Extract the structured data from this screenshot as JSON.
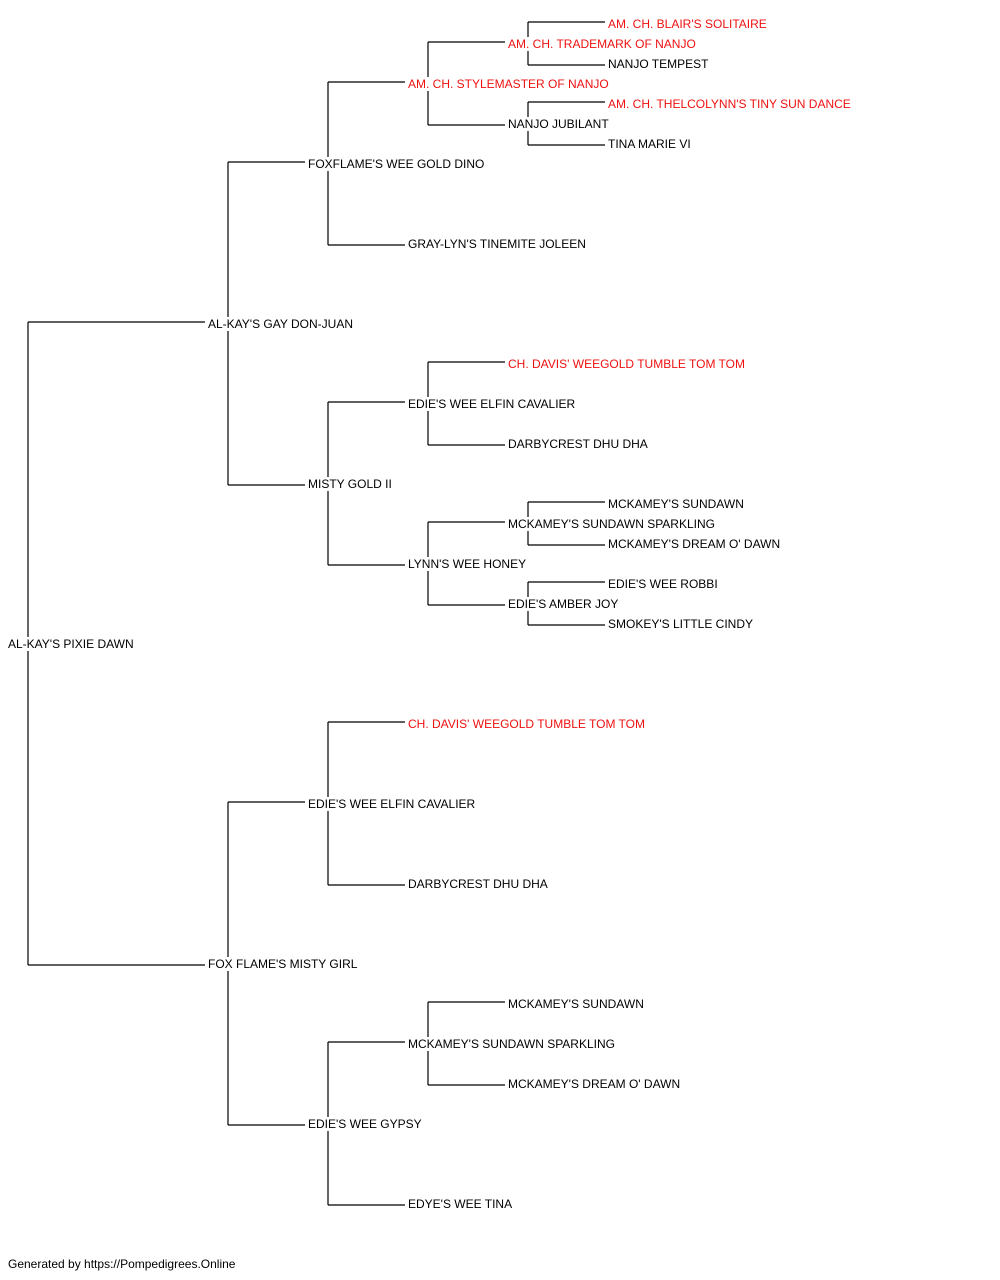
{
  "pedigree": {
    "subject": {
      "name": "AL-KAY'S PIXIE DAWN"
    },
    "sire": {
      "name": "AL-KAY'S GAY DON-JUAN"
    },
    "dam": {
      "name": "FOX FLAME'S MISTY GIRL"
    },
    "sire_sire": {
      "name": "FOXFLAME'S WEE GOLD DINO"
    },
    "sire_dam": {
      "name": "MISTY GOLD II"
    },
    "dam_sire": {
      "name": "EDIE'S WEE ELFIN CAVALIER"
    },
    "dam_dam": {
      "name": "EDIE'S WEE GYPSY"
    },
    "sss": {
      "name": "AM. CH. STYLEMASTER OF NANJO",
      "champion": true
    },
    "ssd": {
      "name": "GRAY-LYN'S TINEMITE JOLEEN"
    },
    "sds": {
      "name": "EDIE'S WEE ELFIN CAVALIER"
    },
    "sdd": {
      "name": "LYNN'S WEE HONEY"
    },
    "dss": {
      "name": "CH. DAVIS' WEEGOLD TUMBLE TOM TOM",
      "champion": true
    },
    "dsd": {
      "name": "DARBYCREST DHU DHA"
    },
    "dds": {
      "name": "MCKAMEY'S SUNDAWN SPARKLING"
    },
    "ddd": {
      "name": "EDYE'S WEE TINA"
    },
    "ssss": {
      "name": "AM. CH. TRADEMARK OF NANJO",
      "champion": true
    },
    "sssd": {
      "name": "NANJO JUBILANT"
    },
    "sdss": {
      "name": "CH. DAVIS' WEEGOLD TUMBLE TOM TOM",
      "champion": true
    },
    "sdsd": {
      "name": "DARBYCREST DHU DHA"
    },
    "sdds": {
      "name": "MCKAMEY'S SUNDAWN SPARKLING"
    },
    "sddd": {
      "name": "EDIE'S AMBER JOY"
    },
    "ddss": {
      "name": "MCKAMEY'S SUNDAWN"
    },
    "ddsd": {
      "name": "MCKAMEY'S DREAM O' DAWN"
    },
    "sssss": {
      "name": "AM. CH. BLAIR'S SOLITAIRE",
      "champion": true
    },
    "ssssd": {
      "name": "NANJO TEMPEST"
    },
    "sssds": {
      "name": "AM. CH. THELCOLYNN'S TINY SUN DANCE",
      "champion": true
    },
    "sssdd": {
      "name": "TINA MARIE VI"
    },
    "sddss": {
      "name": "MCKAMEY'S SUNDAWN"
    },
    "sddsd": {
      "name": "MCKAMEY'S DREAM O' DAWN"
    },
    "sddds": {
      "name": "EDIE'S WEE ROBBI"
    },
    "sdddd": {
      "name": "SMOKEY'S LITTLE CINDY"
    }
  },
  "colors": {
    "champion": "#ee1111",
    "normal": "#000000",
    "line": "#000000"
  },
  "footer": "Generated by https://Pompedigrees.Online"
}
